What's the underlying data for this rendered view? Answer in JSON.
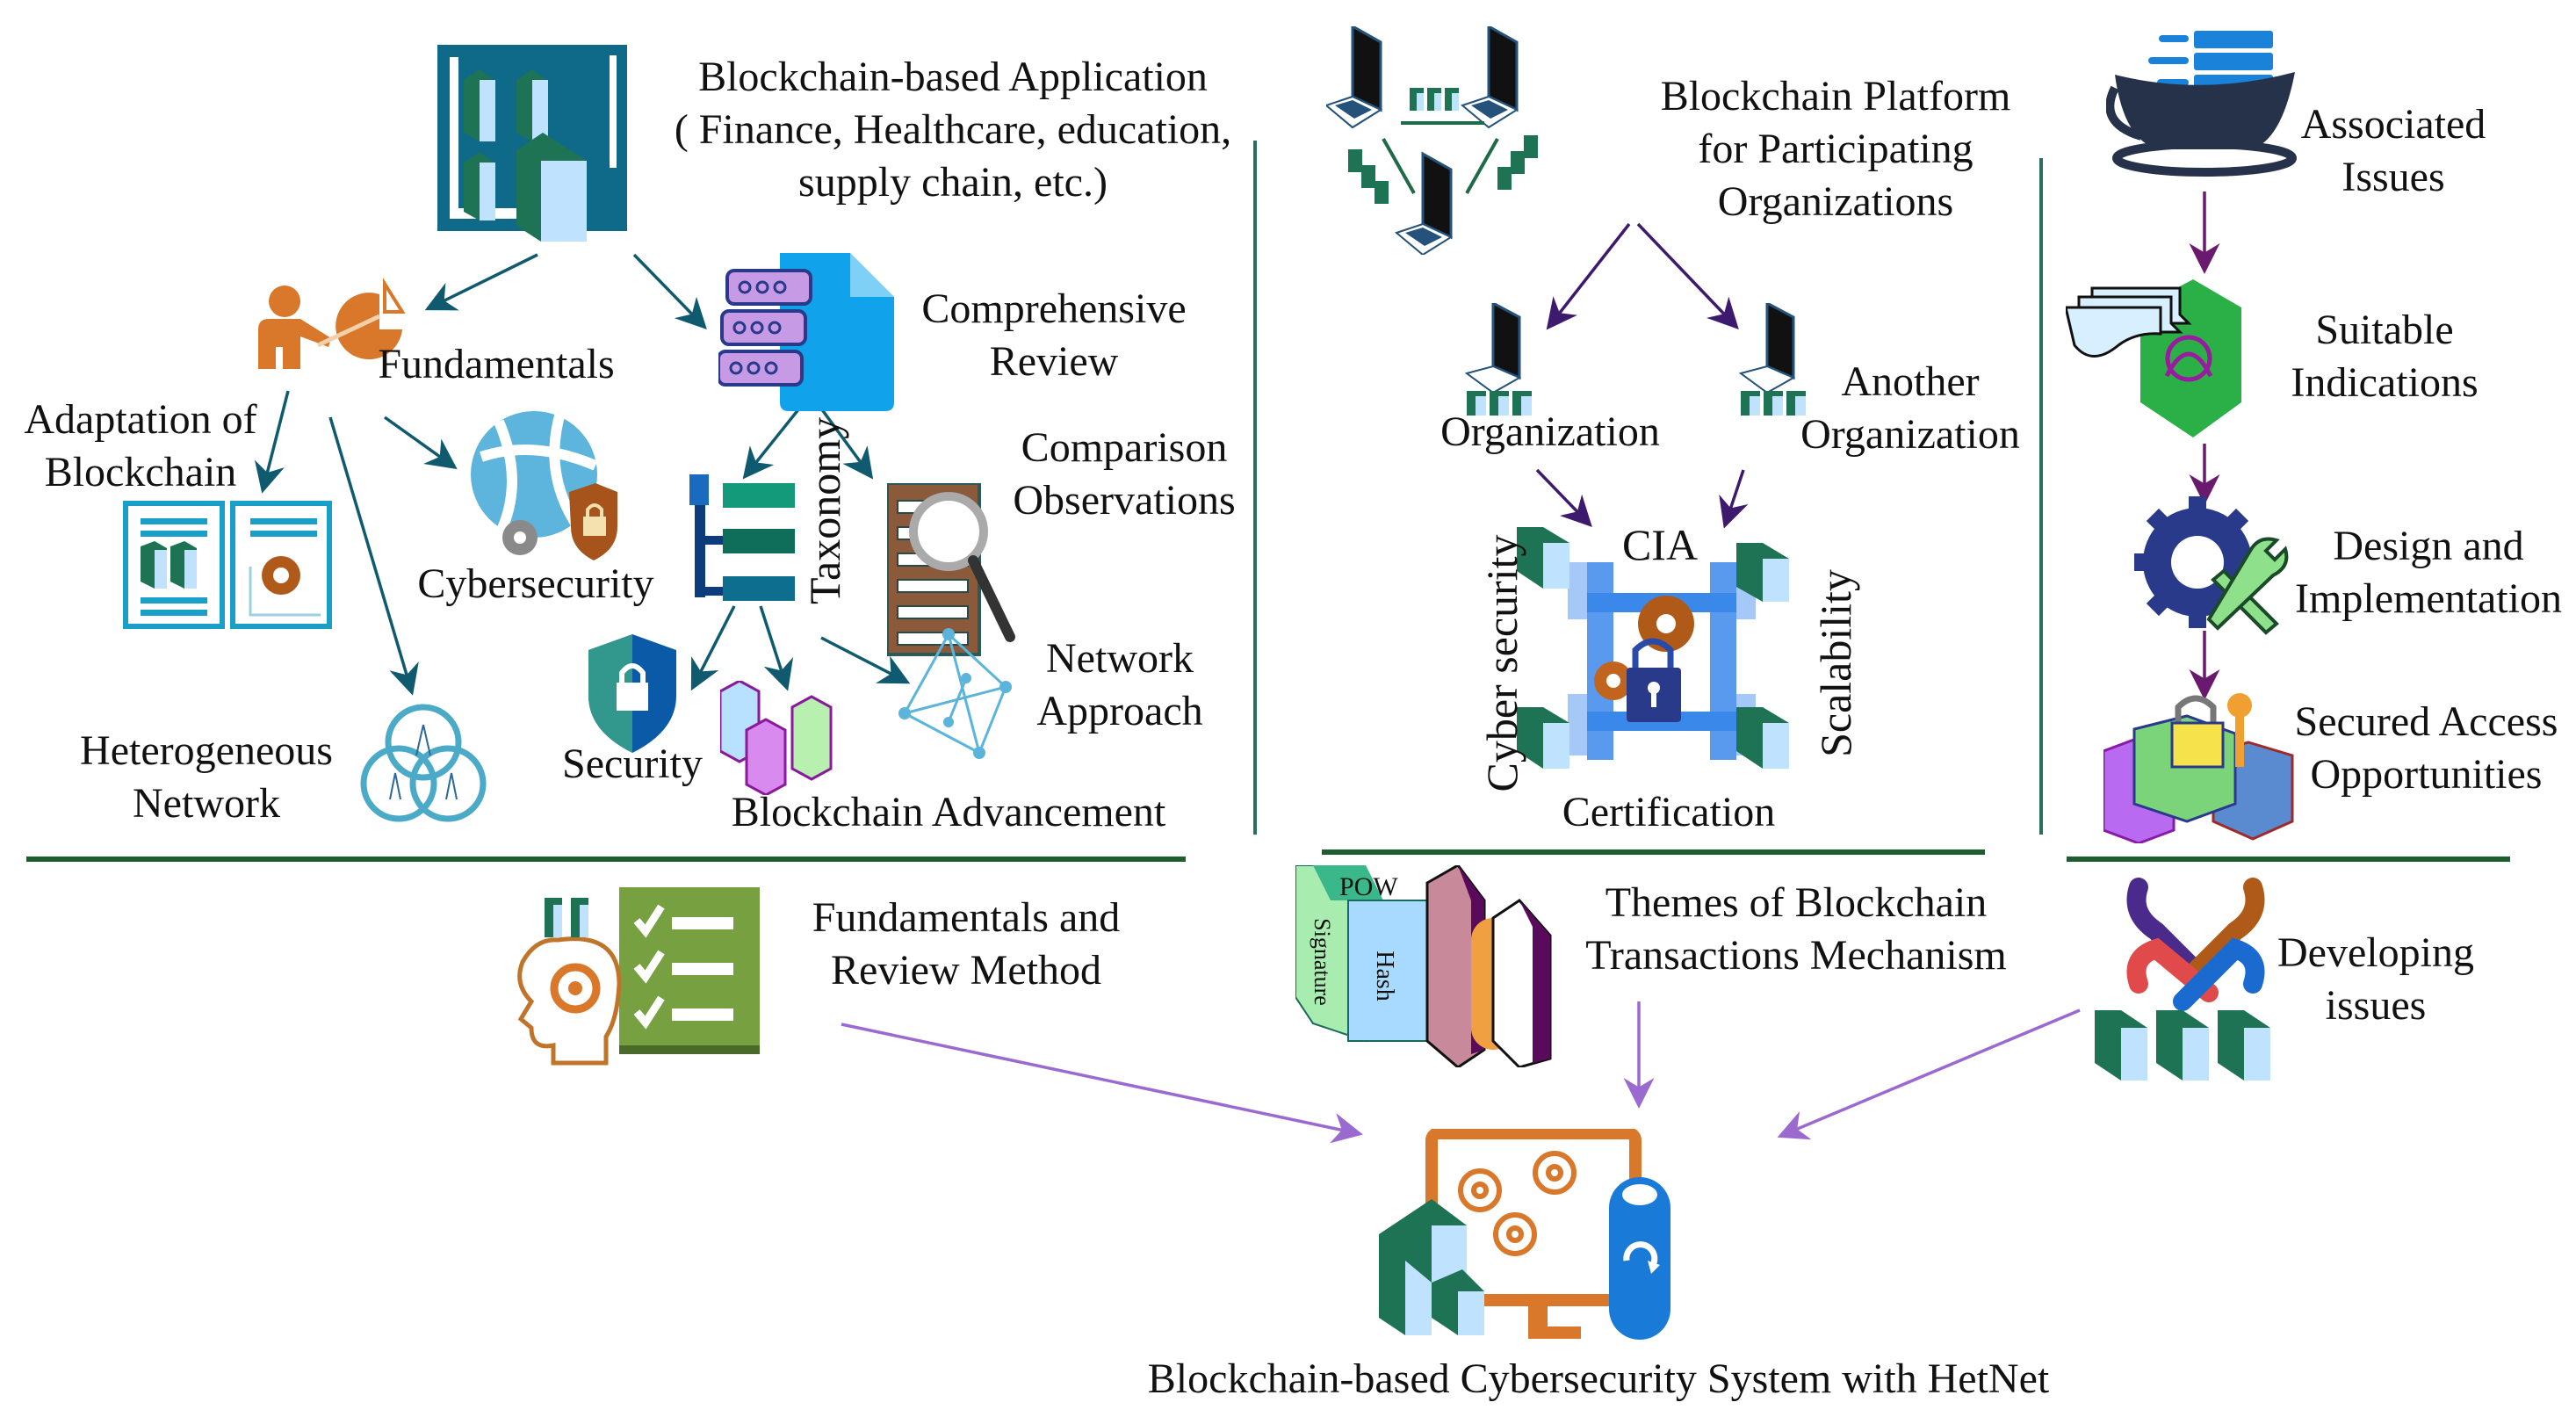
{
  "diagram": {
    "title": "Blockchain-based Cybersecurity System with HetNet",
    "colors": {
      "teal_arrow": "#0f5a6e",
      "purple_arrow": "#3d1a6e",
      "lavender_arrow": "#9a6ad0",
      "divider": "#1e6a3a",
      "block_green": "#1f7355",
      "block_light": "#bfe3ff",
      "orange": "#d9772a"
    },
    "left_section": {
      "app_node": {
        "lines": [
          "Blockchain-based Application",
          "( Finance, Healthcare, education,",
          "supply chain, etc.)"
        ],
        "icon": "blockchain-app-icon"
      },
      "fundamentals": {
        "label": "Fundamentals",
        "icon": "presenter-pie-chart-icon"
      },
      "comprehensive_review": {
        "lines": [
          "Comprehensive",
          "Review"
        ],
        "icon": "chat-document-icon"
      },
      "adaptation": {
        "lines": [
          "Adaptation of",
          "Blockchain"
        ],
        "icon": "document-pages-icon"
      },
      "cybersecurity": {
        "label": "Cybersecurity",
        "icon": "globe-shield-icon"
      },
      "taxonomy": {
        "label": "Taxonomy",
        "icon": "hierarchy-icon"
      },
      "comparison": {
        "lines": [
          "Comparison",
          "Observations"
        ],
        "icon": "magnifier-document-icon"
      },
      "heterogeneous": {
        "lines": [
          "Heterogeneous",
          "Network"
        ],
        "icon": "cell-towers-icon"
      },
      "security": {
        "label": "Security",
        "icon": "shield-lock-icon"
      },
      "advancement": {
        "label": "Blockchain Advancement",
        "icon": "cubes-icon"
      },
      "network_approach": {
        "lines": [
          "Network",
          "Approach"
        ],
        "icon": "network-graph-icon"
      }
    },
    "middle_section": {
      "platform": {
        "lines": [
          "Blockchain Platform",
          "for Participating",
          "Organizations"
        ],
        "icon": "laptops-network-icon"
      },
      "organization": {
        "label": "Organization",
        "icon": "laptop-blocks-icon"
      },
      "another_organization": {
        "lines": [
          "Another",
          "Organization"
        ],
        "icon": "laptop-blocks-icon"
      },
      "cia": {
        "top": "CIA",
        "left": "Cyber security",
        "right": "Scalability",
        "bottom": "Certification",
        "icon": "blockchain-lock-gears-icon"
      }
    },
    "right_section": {
      "steps": [
        {
          "lines": [
            "Associated",
            "Issues"
          ],
          "icon": "server-bowl-icon"
        },
        {
          "lines": [
            "Suitable",
            "Indications"
          ],
          "icon": "hexagon-docs-icon"
        },
        {
          "lines": [
            "Design and",
            "Implementation"
          ],
          "icon": "gear-wrench-icon"
        },
        {
          "lines": [
            "Secured Access",
            "Opportunities"
          ],
          "icon": "lock-key-cubes-icon"
        }
      ]
    },
    "bottom_section": {
      "review_method": {
        "lines": [
          "Fundamentals and",
          "Review Method"
        ],
        "icon": "head-checklist-icon"
      },
      "themes": {
        "lines": [
          "Themes of Blockchain",
          "Transactions Mechanism"
        ],
        "icon": "pow-signature-hash-icon",
        "block_labels": {
          "pow": "POW",
          "signature": "Signature",
          "hash": "Hash"
        }
      },
      "developing": {
        "lines": [
          "Developing",
          "issues"
        ],
        "icon": "joomla-blocks-icon"
      },
      "system": {
        "label": "Blockchain-based Cybersecurity System with HetNet",
        "icon": "monitor-gears-database-icon"
      }
    }
  }
}
